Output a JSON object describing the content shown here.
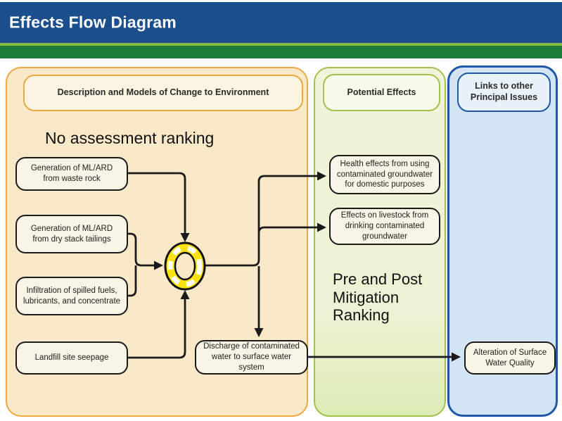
{
  "slide": {
    "title": "Effects Flow Diagram"
  },
  "columns": {
    "left": {
      "header": "Description and Models of Change to Environment",
      "note": "No assessment ranking"
    },
    "middle": {
      "header": "Potential Effects",
      "note": "Pre and Post Mitigation Ranking"
    },
    "right": {
      "header": "Links to other Principal Issues"
    }
  },
  "nodes": {
    "waste_rock": "Generation of ML/ARD from waste rock",
    "dry_stack": "Generation of ML/ARD from dry stack tailings",
    "infiltration": "Infiltration of spilled fuels, lubricants, and concentrate",
    "landfill": "Landfill site seepage",
    "discharge": "Discharge of contaminated water to surface water system",
    "health": "Health effects from using contaminated groundwater for domestic purposes",
    "livestock": "Effects on livestock from drinking contaminated groundwater",
    "alteration": "Alteration of Surface Water Quality"
  },
  "icons": {
    "cycle": "cycle-icon"
  },
  "colors": {
    "header_bar": "#1b4e8d",
    "accent_green_light": "#8abc3f",
    "accent_green_dark": "#1d7b39",
    "column_left_fill": "#fae9c8",
    "column_left_border": "#eca93f",
    "column_middle_fill": "#edf2d4",
    "column_middle_border": "#a2c04b",
    "column_right_fill": "#d3e5f5",
    "column_right_border": "#2058a8",
    "node_fill": "#f8f5e6",
    "connector": "#1a1a1a",
    "cycle_yellow": "#f8e311",
    "title_text": "#ffffff"
  }
}
